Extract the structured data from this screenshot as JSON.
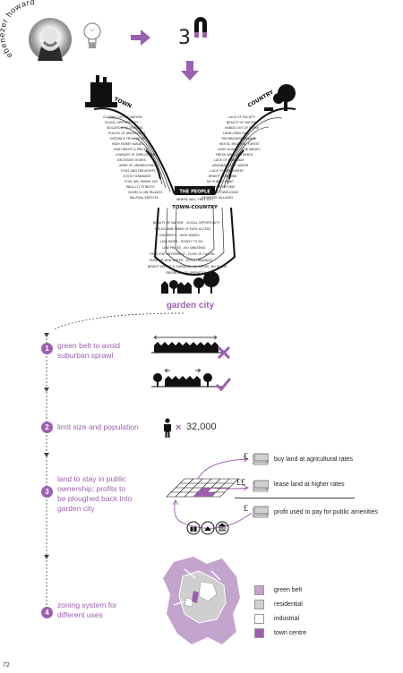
{
  "header": {
    "author": "ebenezer howard",
    "number": "3"
  },
  "magnets": {
    "town": {
      "label": "TOWN",
      "left_col": [
        "CLOSING OUT OF NATURE",
        "SOCIAL OPPORTUNITY",
        "ISOLATION OF CROWDS",
        "PLACES OF AMUSEMENT",
        "DISTANCE FROM WORK",
        "HIGH MONEY WAGES",
        "HIGH RENTS & PRICES",
        "CHANCES OF EMPLOYMENT",
        "EXCESSIVE HOURS",
        "ARMY OF UNEMPLOYED",
        "FOGS AND DROUGHTS",
        "COSTLY DRAINAGE",
        "FOUL AIR, MURKY SKY",
        "WELL-LIT STREETS",
        "SLUMS & GIN PALACES",
        "PALATIAL EDIFICES"
      ]
    },
    "country": {
      "label": "COUNTRY",
      "right_col": [
        "LACK OF SOCIETY",
        "BEAUTY OF NATURE",
        "HANDS OUT OF WORK",
        "LAND LYING IDLE",
        "TRESPASSERS BEWARE",
        "WOOD, MEADOW, FOREST",
        "LONG HOURS - LOW WAGES",
        "FRESH AIR - LOW RENTS",
        "LACK OF DRAINAGE",
        "ABUNDANCE OF WATER",
        "LACK OF AMUSEMENT",
        "BRIGHT SUNSHINE",
        "NO PUBLIC SPIRIT",
        "NEED FOR REFORM",
        "CROWDED DWELLINGS",
        "DESERTED VILLAGES"
      ]
    },
    "centre": {
      "banner": "THE PEOPLE",
      "question": "WHERE WILL THEY GO?"
    },
    "town_country": {
      "label": "TOWN-COUNTRY",
      "lines": [
        "BEAUTY OF NATURE - SOCIAL OPPORTUNITY",
        "FIELDS AND PARKS OF EASY ACCESS",
        "LOW RENTS - HIGH WAGES",
        "LOW RATES - PLENTY TO DO",
        "LOW PRICES - NO SWEATING",
        "FIELD FOR ENTERPRISE - FLOW OF CAPITAL",
        "PURE AIR AND WATER - GOOD DRAINAGE",
        "BRIGHT HOMES & GARDENS, NO SMOKE, NO SLUMS",
        "FREEDOM - CO-OPERATION"
      ]
    }
  },
  "garden_city_label": "garden city",
  "steps": [
    {
      "num": "1",
      "text": [
        "green belt to avoid",
        "suburban sprawl"
      ]
    },
    {
      "num": "2",
      "text": [
        "limit size and population"
      ],
      "population": "32,000",
      "times": "×"
    },
    {
      "num": "3",
      "text": [
        "land to stay in public",
        "ownership; profits to",
        "be ploughed back into",
        "garden city"
      ]
    },
    {
      "num": "4",
      "text": [
        "zoning system for",
        "different uses"
      ]
    }
  ],
  "money": [
    {
      "symbol": "£",
      "label": "buy land at agricultural rates"
    },
    {
      "symbol": "££",
      "label": "lease land at higher rates"
    },
    {
      "symbol": "£",
      "label": "profit used to pay for public amenities"
    }
  ],
  "legend": [
    {
      "label": "green belt",
      "color": "#c3a4cc"
    },
    {
      "label": "residential",
      "color": "#cfcfcf"
    },
    {
      "label": "industrial",
      "color": "#ffffff"
    },
    {
      "label": "town centre",
      "color": "#9d5fb0"
    }
  ],
  "colors": {
    "accent": "#9d5fb0",
    "accent_light": "#c3a4cc"
  },
  "page_number": "72"
}
